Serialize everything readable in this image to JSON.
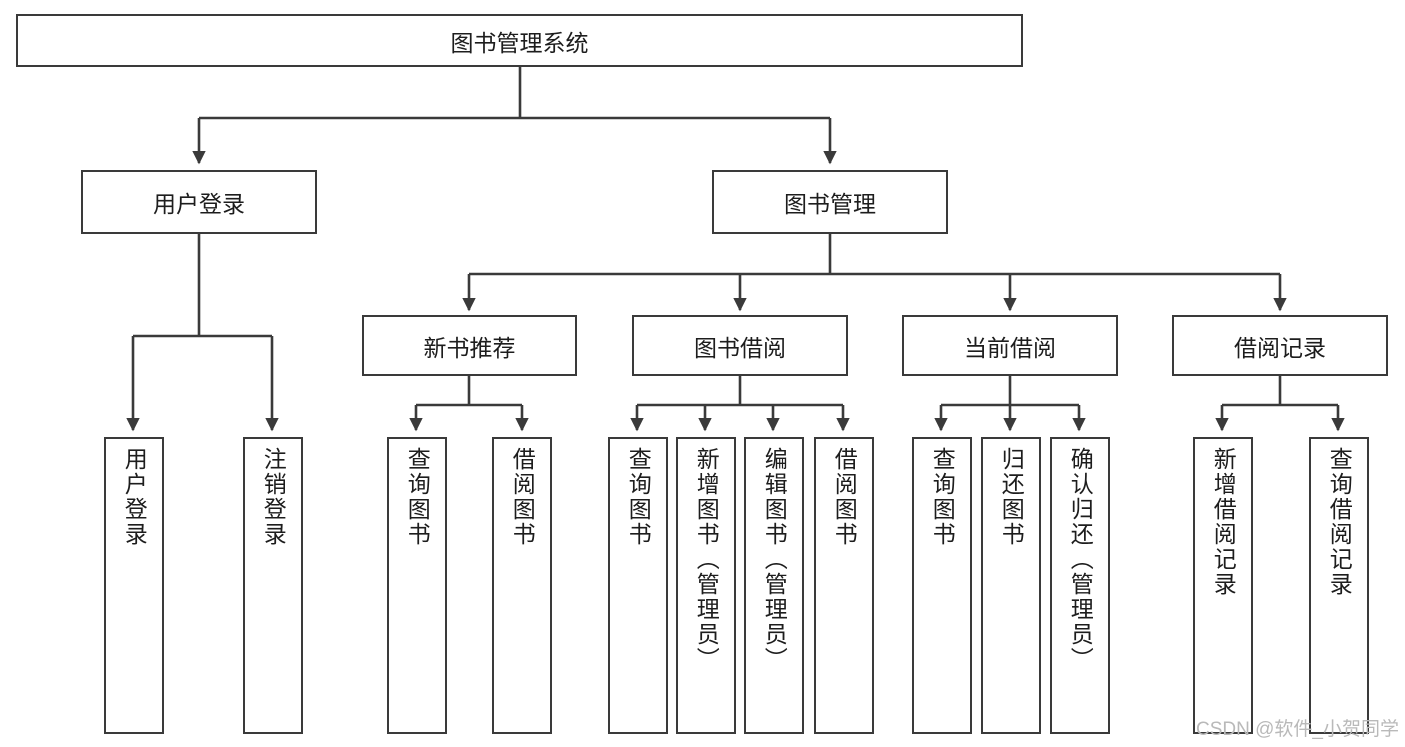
{
  "diagram": {
    "title": "图书管理系统",
    "type": "tree-hierarchy-diagram",
    "watermark": "CSDN @软件_小贺同学",
    "colors": {
      "background": "#ffffff",
      "box_border": "#3a3a3a",
      "box_fill": "#ffffff",
      "text": "#1d1d1d",
      "edge": "#3a3a3a",
      "watermark": "#b9b9b9"
    },
    "root": {
      "label": "图书管理系统"
    },
    "level1": [
      {
        "label": "用户登录"
      },
      {
        "label": "图书管理"
      }
    ],
    "level2": [
      {
        "label": "新书推荐"
      },
      {
        "label": "图书借阅"
      },
      {
        "label": "当前借阅"
      },
      {
        "label": "借阅记录"
      }
    ],
    "leaves": {
      "user_login": [
        {
          "label": "用户登录"
        },
        {
          "label": "注销登录"
        }
      ],
      "new_book_recommend": [
        {
          "label": "查询图书"
        },
        {
          "label": "借阅图书"
        }
      ],
      "book_borrow": [
        {
          "label": "查询图书"
        },
        {
          "label": "新增图书（管理员）"
        },
        {
          "label": "编辑图书（管理员）"
        },
        {
          "label": "借阅图书"
        }
      ],
      "current_borrow": [
        {
          "label": "查询图书"
        },
        {
          "label": "归还图书"
        },
        {
          "label": "确认归还（管理员）"
        }
      ],
      "borrow_records": [
        {
          "label": "新增借阅记录"
        },
        {
          "label": "查询借阅记录"
        }
      ]
    }
  }
}
